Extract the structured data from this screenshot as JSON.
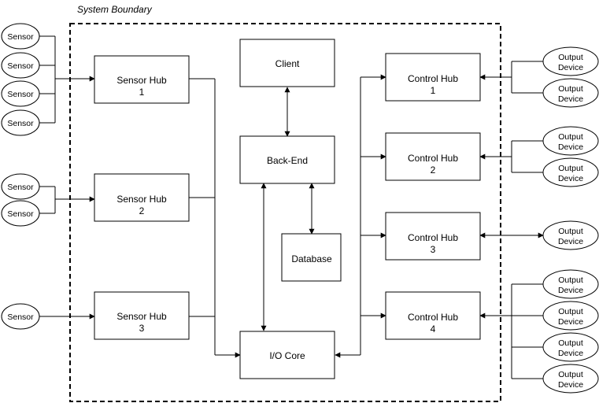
{
  "boundary": {
    "title": "System Boundary"
  },
  "sensors": [
    {
      "label": "Sensor"
    },
    {
      "label": "Sensor"
    },
    {
      "label": "Sensor"
    },
    {
      "label": "Sensor"
    },
    {
      "label": "Sensor"
    },
    {
      "label": "Sensor"
    },
    {
      "label": "Sensor"
    }
  ],
  "sensor_hubs": [
    {
      "line1": "Sensor Hub",
      "line2": "1"
    },
    {
      "line1": "Sensor Hub",
      "line2": "2"
    },
    {
      "line1": "Sensor Hub",
      "line2": "3"
    }
  ],
  "core": {
    "client": "Client",
    "backend": "Back-End",
    "database": "Database",
    "io_core": "I/O Core"
  },
  "control_hubs": [
    {
      "line1": "Control Hub",
      "line2": "1"
    },
    {
      "line1": "Control Hub",
      "line2": "2"
    },
    {
      "line1": "Control Hub",
      "line2": "3"
    },
    {
      "line1": "Control Hub",
      "line2": "4"
    }
  ],
  "output_devices": [
    {
      "line1": "Output",
      "line2": "Device"
    },
    {
      "line1": "Output",
      "line2": "Device"
    },
    {
      "line1": "Output",
      "line2": "Device"
    },
    {
      "line1": "Output",
      "line2": "Device"
    },
    {
      "line1": "Output",
      "line2": "Device"
    },
    {
      "line1": "Output",
      "line2": "Device"
    },
    {
      "line1": "Output",
      "line2": "Device"
    },
    {
      "line1": "Output",
      "line2": "Device"
    },
    {
      "line1": "Output",
      "line2": "Device"
    }
  ]
}
